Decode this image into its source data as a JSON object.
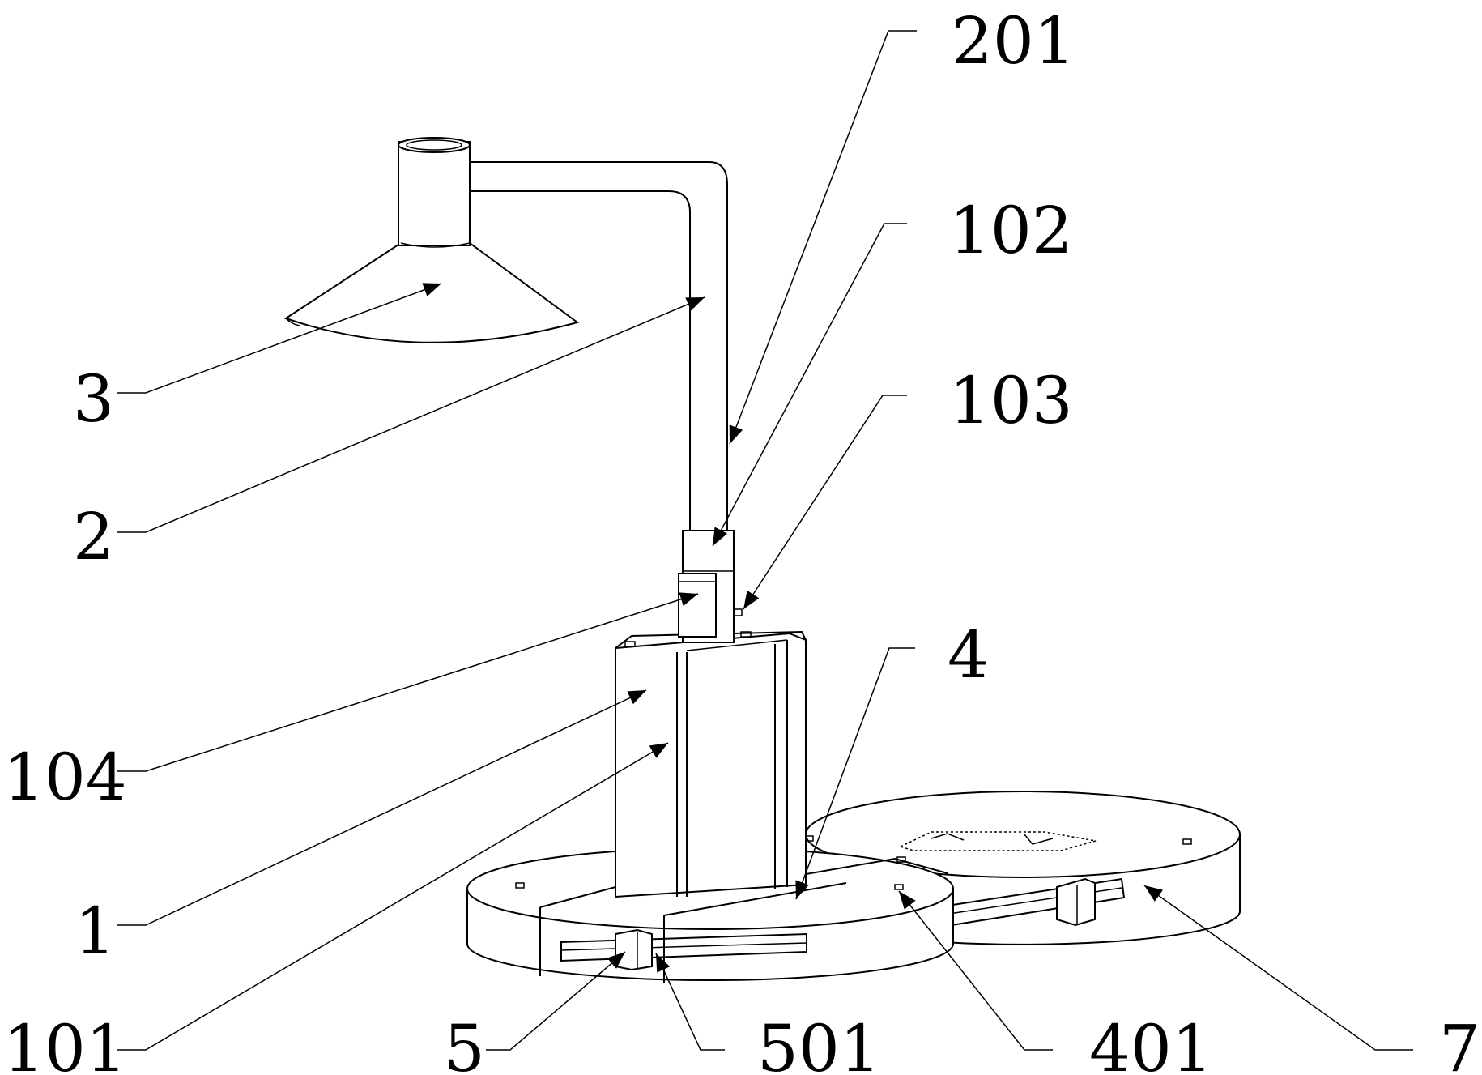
{
  "labels": {
    "l201": "201",
    "l102": "102",
    "l103": "103",
    "l3": "3",
    "l2": "2",
    "l104": "104",
    "l4": "4",
    "l1": "1",
    "l101": "101",
    "l5": "5",
    "l501": "501",
    "l401": "401",
    "l7": "7"
  }
}
